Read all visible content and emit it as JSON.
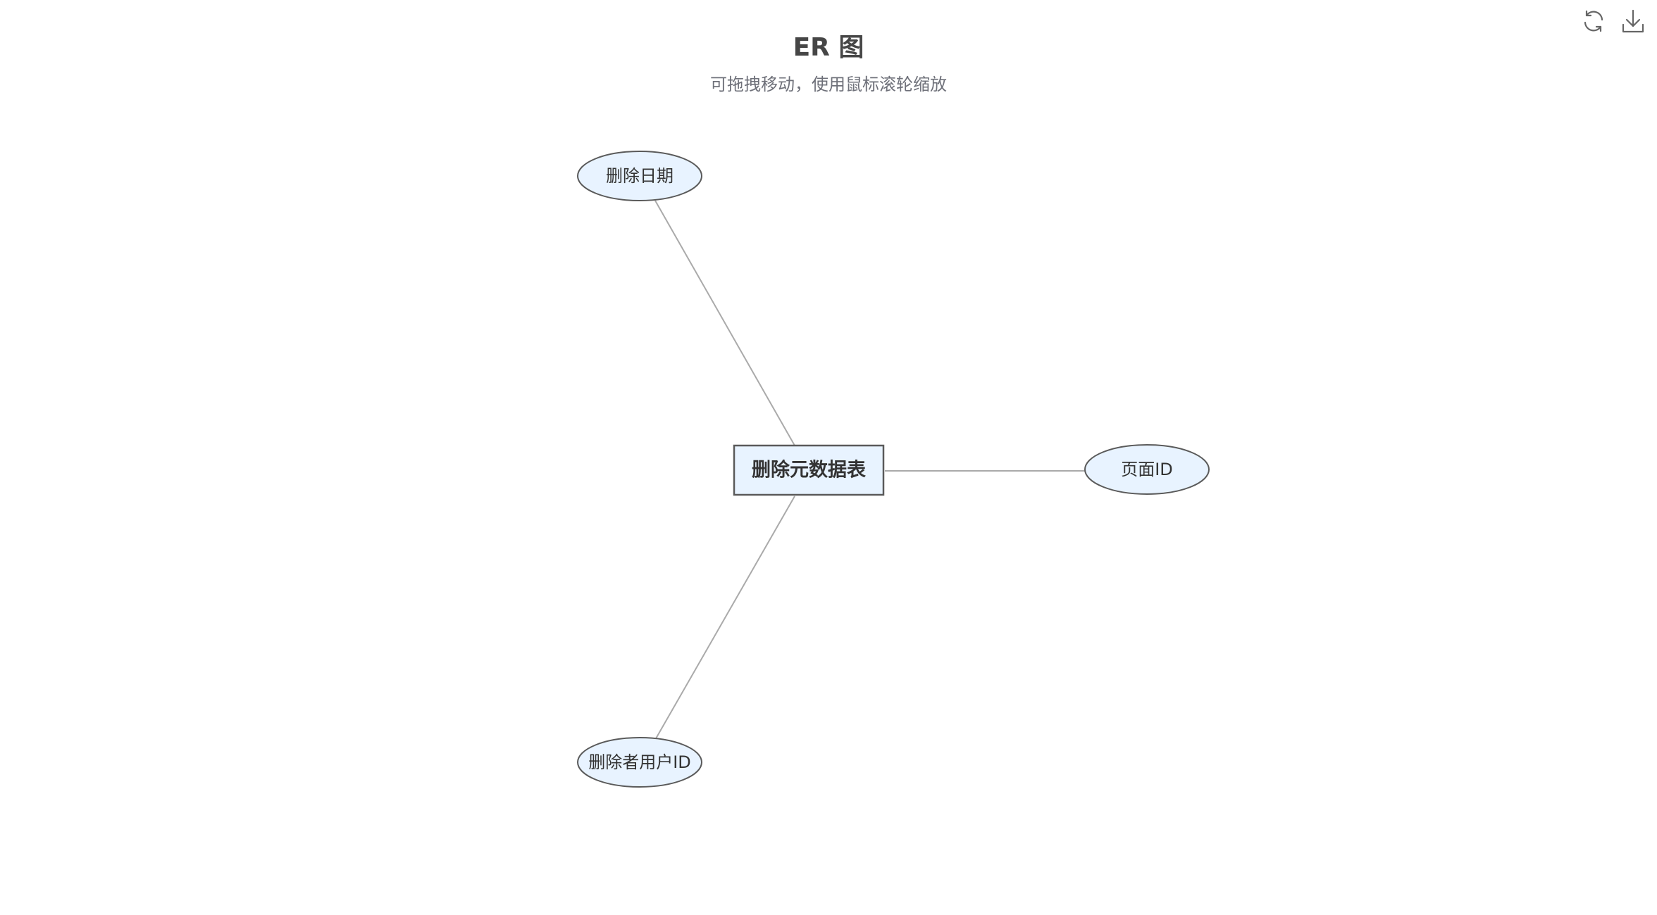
{
  "title": "ER 图",
  "subtitle": "可拖拽移动，使用鼠标滚轮缩放",
  "toolbox": {
    "restore_icon": "refresh-icon",
    "save_icon": "download-icon"
  },
  "colors": {
    "node_fill": "#e8f3ff",
    "node_stroke": "#5a5a5a",
    "edge": "#aaaaaa",
    "icon": "#666666"
  },
  "entity": {
    "label": "删除元数据表"
  },
  "attributes": [
    {
      "label": "删除日期"
    },
    {
      "label": "页面ID"
    },
    {
      "label": "删除者用户ID"
    }
  ]
}
